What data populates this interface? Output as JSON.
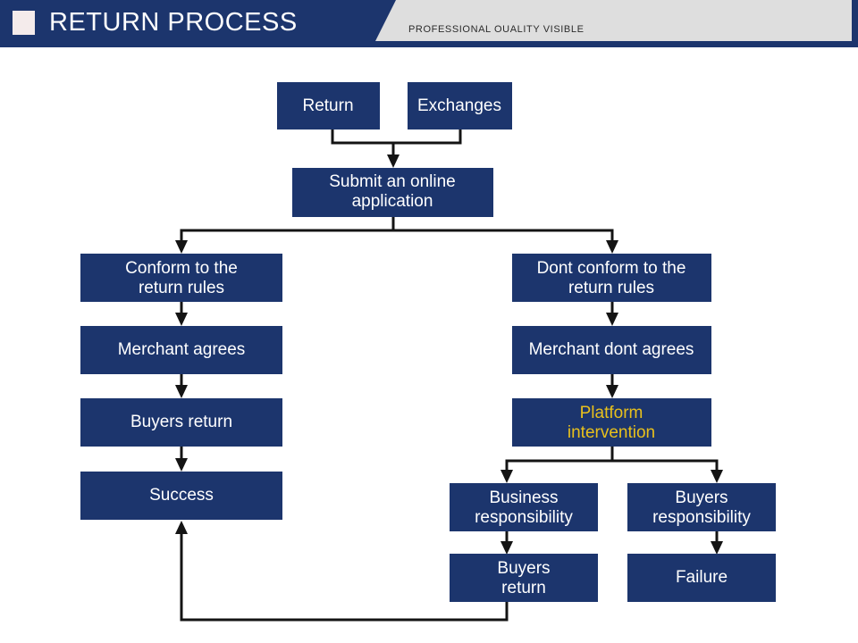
{
  "header": {
    "title": "RETURN PROCESS",
    "subtitle": "PROFESSIONAL OUALITY VISIBLE",
    "accent_navy": "#1c356d",
    "accent_light": "#dedede",
    "badge_color": "#f4ebeb"
  },
  "flowchart": {
    "box_fill": "#1c356d",
    "box_text_color": "#ffffff",
    "highlight_text_color": "#e8c01c",
    "connector_color": "#141414",
    "nodes": {
      "return": {
        "line1": "Return",
        "line2": ""
      },
      "exchanges": {
        "line1": "Exchanges",
        "line2": ""
      },
      "submit": {
        "line1": "Submit an online",
        "line2": "application"
      },
      "conform": {
        "line1": "Conform to the",
        "line2": "return rules"
      },
      "merchant_agrees": {
        "line1": "Merchant agrees",
        "line2": ""
      },
      "buyers_return_left": {
        "line1": "Buyers return",
        "line2": ""
      },
      "success": {
        "line1": "Success",
        "line2": ""
      },
      "dont_conform": {
        "line1": "Dont conform to the",
        "line2": "return rules"
      },
      "merchant_dont_agrees": {
        "line1": "Merchant dont agrees",
        "line2": ""
      },
      "platform_intervention": {
        "line1": "Platform",
        "line2": "intervention"
      },
      "business_responsibility": {
        "line1": "Business",
        "line2": "responsibility"
      },
      "buyers_responsibility": {
        "line1": "Buyers",
        "line2": "responsibility"
      },
      "buyers_return_bottom": {
        "line1": "Buyers",
        "line2": "return"
      },
      "failure": {
        "line1": "Failure",
        "line2": ""
      }
    }
  }
}
